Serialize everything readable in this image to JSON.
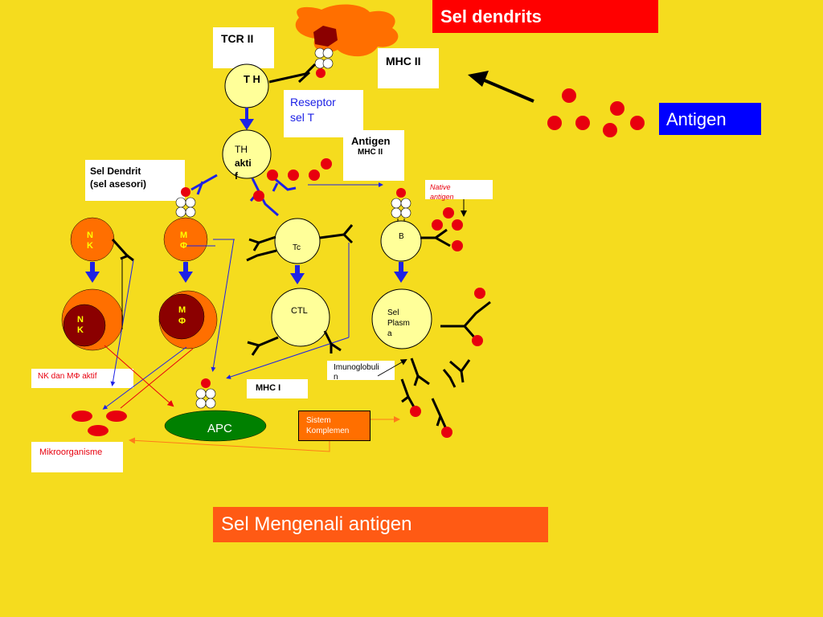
{
  "title": "Sel dendrits",
  "footer_title": "Sel Mengenali antigen",
  "labels": {
    "antigen_box": "Antigen",
    "tcr2": "TCR II",
    "mhc2_top": "MHC II",
    "reseptor": "Reseptor\nsel T",
    "antigen_small": "Antigen",
    "mhc2_small": "MHC II",
    "sel_dendrit": "Sel  Dendrit\n(sel asesori)",
    "native_antigen": "Native\nantigen",
    "nk_activated": "NK dan MΦ aktif",
    "mikroorganisme": "Mikroorganisme",
    "imunoglobulin": "Imunoglobuli\nn",
    "mhc1": "MHC I",
    "sistem_komplemen": "Sistem\nKomplemen",
    "apc": "APC"
  },
  "cells": {
    "th": "T\nH",
    "th_aktif_1": "TH",
    "th_aktif_2": "akti\nf",
    "nk": "N\nK",
    "nk_active": "N\nK",
    "mphi": "M\nΦ",
    "mphi_active": "M\nΦ",
    "tc": "Tc",
    "ctl": "CTL",
    "b": "B",
    "sel_plasma": "Sel\nPlasm\na"
  },
  "colors": {
    "background": "#F5DC1E",
    "title_bg": "#FF0000",
    "footer_bg": "#FF5A14",
    "antigen_box_bg": "#0000FF",
    "antigen_dot": "#E8000E",
    "nk_fill": "#FF6F00",
    "nk_dark": "#8B0000",
    "cell_fill": "#FFFF99",
    "apc_fill": "#008000",
    "arrow_blue": "#1E22E6",
    "link_red": "#E8000E",
    "link_orange": "#FF7A1A"
  }
}
